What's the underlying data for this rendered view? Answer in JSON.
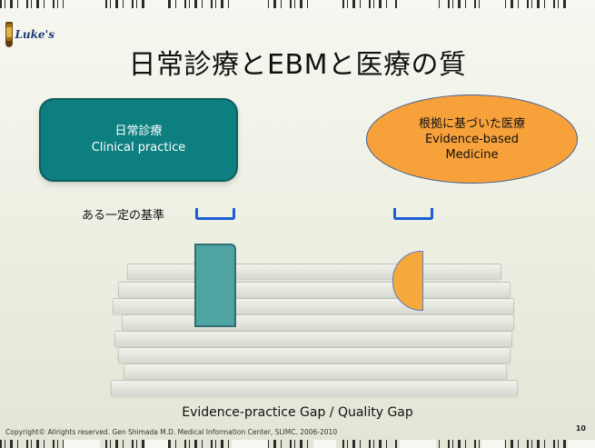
{
  "slide": {
    "title": "日常診療とEBMと医療の質",
    "logo_text": "Luke's",
    "clinical_box": {
      "line1": "日常診療",
      "line2": "Clinical practice"
    },
    "ebm_ellipse": {
      "line1": "根拠に基づいた医療",
      "line2": "Evidence-based",
      "line3": "Medicine"
    },
    "standard_label": "ある一定の基準",
    "gap_caption": "Evidence-practice Gap / Quality Gap",
    "copyright": "Copyright© Allrights reserved. Gen Shimada M.D. Medical Information Center, SLIMC. 2006-2010",
    "page_number": "10"
  },
  "colors": {
    "clinical_box": "#0e7f80",
    "ebm_ellipse": "#f7a13a",
    "bracket": "#1c5fd6",
    "teal_bar": "#4fa4a2",
    "half_circle": "#f6a83a"
  }
}
